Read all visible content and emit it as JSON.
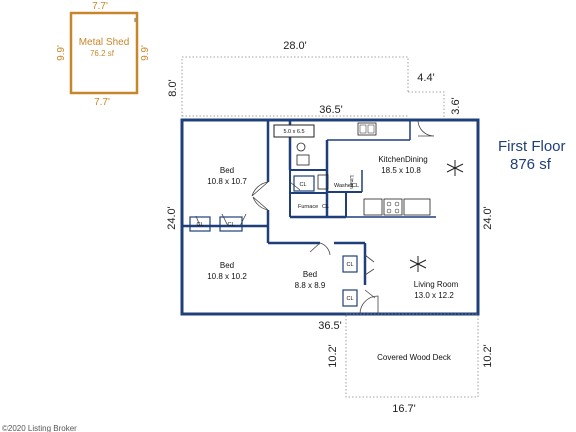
{
  "shed": {
    "title": "Metal Shed",
    "area": "76.2 sf",
    "dim_top": "7.7'",
    "dim_bottom": "7.7'",
    "dim_left": "9.9'",
    "dim_right": "9.9'"
  },
  "floor": {
    "name": "First Floor",
    "area": "876 sf"
  },
  "dimensions": {
    "top_outer": "28.0'",
    "left_outer": "8.0'",
    "bump_width": "4.4'",
    "bump_depth": "3.6'",
    "house_top": "36.5'",
    "house_bottom": "36.5'",
    "house_left": "24.0'",
    "house_right": "24.0'",
    "deck_left": "10.2'",
    "deck_right": "10.2'",
    "deck_bottom": "16.7'"
  },
  "rooms": {
    "bed1_name": "Bed",
    "bed1_size": "10.8 x 10.7",
    "bed2_name": "Bed",
    "bed2_size": "10.8 x 10.2",
    "bed3_name": "Bed",
    "bed3_size": "8.8 x 8.9",
    "kitchen_name": "KitchenDining",
    "kitchen_size": "18.5 x 10.8",
    "living_name": "Living Room",
    "living_size": "13.0 x 12.2",
    "deck_name": "Covered Wood Deck"
  },
  "fixtures": {
    "tub": "5.0 x 6.5",
    "closet": "CL",
    "washer": "Washer",
    "furnace": "Furnace",
    "linen": "Linen"
  },
  "footer": {
    "copyright": "©2020 Listing Broker"
  }
}
